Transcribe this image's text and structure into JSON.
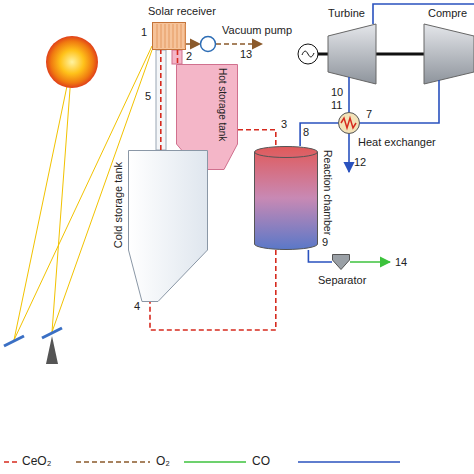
{
  "diagram": {
    "nodes": [
      {
        "text": [
          "Solar receiver"
        ]
      },
      {
        "text": [
          "Vacuum pump"
        ]
      },
      {
        "text": [
          "Turbine"
        ]
      },
      {
        "text": [
          "Compre"
        ]
      },
      {
        "text": [
          "Hot storage tank"
        ]
      },
      {
        "text": [
          "Heat exchanger"
        ]
      },
      {
        "text": [
          "Cold storage tank"
        ]
      },
      {
        "text": [
          "Reaction chamber"
        ]
      },
      {
        "text": [
          "Separator"
        ]
      }
    ],
    "edges": [
      {
        "from": 0,
        "to": 1,
        "arrow": "to"
      },
      {
        "from": 0,
        "to": 4,
        "arrow": "none"
      },
      {
        "from": 4,
        "to": 7,
        "arrow": "none"
      },
      {
        "from": 7,
        "to": 6,
        "arrow": "none"
      },
      {
        "from": 6,
        "to": 0,
        "arrow": "none"
      },
      {
        "from": 7,
        "to": 8,
        "arrow": "none"
      },
      {
        "from": 2,
        "to": 5,
        "arrow": "none"
      },
      {
        "from": 5,
        "to": 7,
        "arrow": "none"
      },
      {
        "from": 3,
        "to": 5,
        "arrow": "none"
      }
    ],
    "labels": [
      "1",
      "2",
      "3",
      "4",
      "5",
      "7",
      "8",
      "9",
      "10",
      "11",
      "12",
      "13",
      "14"
    ],
    "legend": [
      {
        "text": "CeO₂"
      },
      {
        "text": "O₂"
      },
      {
        "text": "CO"
      }
    ]
  }
}
